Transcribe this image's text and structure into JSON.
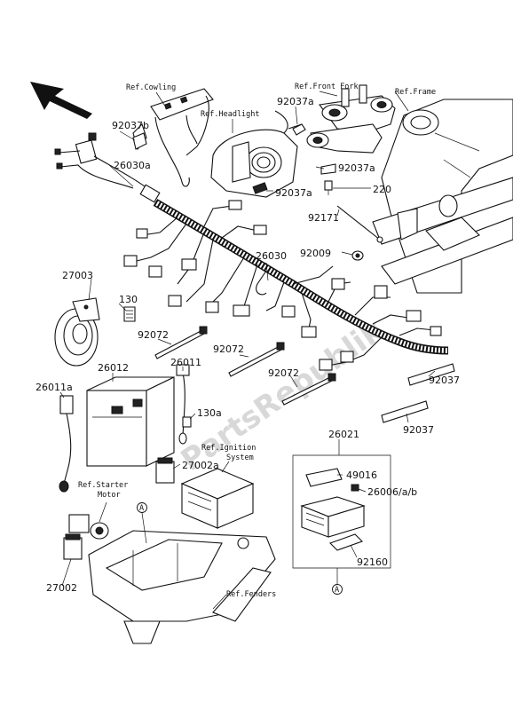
{
  "watermark": "PartsRepublik",
  "references": {
    "cowling": "Ref.Cowling",
    "headlight": "Ref.Headlight",
    "front_fork": "Ref.Front Fork",
    "frame": "Ref.Frame",
    "ignition_1": "Ref.Ignition",
    "ignition_2": "System",
    "starter_1": "Ref.Starter",
    "starter_2": "Motor",
    "fenders": "Ref.Fenders"
  },
  "parts": {
    "p92037b": "92037b",
    "p92037a_1": "92037a",
    "p26030a": "26030a",
    "p92037a_2": "92037a",
    "p92037a_3": "92037a",
    "p220": "220",
    "p92171": "92171",
    "p92009": "92009",
    "p26030": "26030",
    "p27003": "27003",
    "p130": "130",
    "p92072_1": "92072",
    "p92072_2": "92072",
    "p92072_3": "92072",
    "p26011": "26011",
    "p26012": "26012",
    "p26011a": "26011a",
    "p130a": "130a",
    "p92037_1": "92037",
    "p92037_2": "92037",
    "p26021": "26021",
    "p49016": "49016",
    "p26006": "26006/a/b",
    "p92160": "92160",
    "p27002a": "27002a",
    "p27002": "27002"
  },
  "callouts": {
    "a_left": "A",
    "a_right": "A"
  }
}
